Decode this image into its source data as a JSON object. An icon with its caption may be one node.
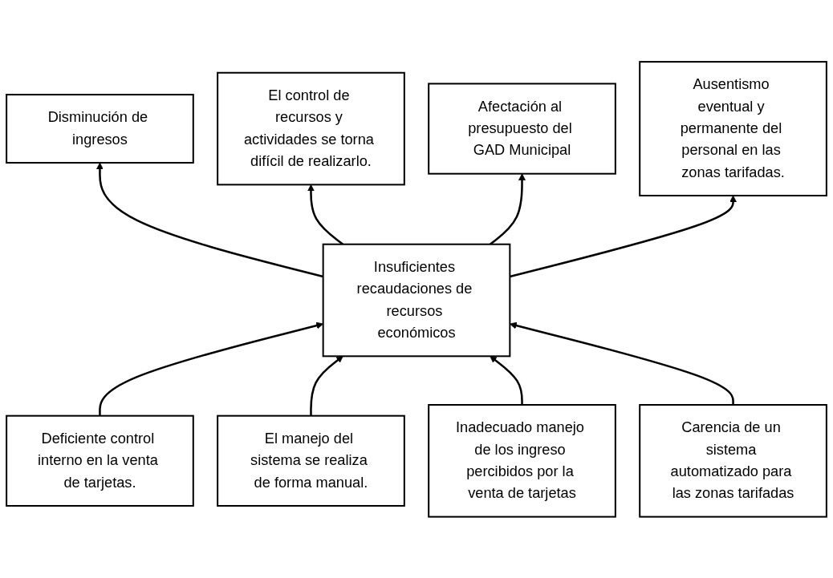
{
  "diagram": {
    "nodes": [
      {
        "text": [
          "Disminución de ingresos"
        ]
      },
      {
        "text": [
          "El control de recursos y actividades se torna difícil de realizarlo."
        ]
      },
      {
        "text": [
          "Afectación al presupuesto del GAD Municipal"
        ]
      },
      {
        "text": [
          "Ausentismo eventual y permanente del personal en las zonas tarifadas."
        ]
      },
      {
        "text": [
          "Insuficientes recaudaciones de recursos económicos"
        ]
      },
      {
        "text": [
          "Deficiente control interno en la venta de tarjetas."
        ]
      },
      {
        "text": [
          "El manejo del sistema se realiza de forma manual."
        ]
      },
      {
        "text": [
          "Inadecuado manejo de los ingreso percibidos por la venta de tarjetas"
        ]
      },
      {
        "text": [
          "Carencia de un sistema automatizado para las zonas tarifadas"
        ]
      }
    ],
    "edges": [
      {
        "from": 4,
        "to": 0,
        "arrow": "to"
      },
      {
        "from": 4,
        "to": 1,
        "arrow": "to"
      },
      {
        "from": 4,
        "to": 2,
        "arrow": "to"
      },
      {
        "from": 4,
        "to": 3,
        "arrow": "to"
      },
      {
        "from": 5,
        "to": 4,
        "arrow": "to"
      },
      {
        "from": 6,
        "to": 4,
        "arrow": "to"
      },
      {
        "from": 7,
        "to": 4,
        "arrow": "to"
      },
      {
        "from": 8,
        "to": 4,
        "arrow": "to"
      }
    ]
  }
}
